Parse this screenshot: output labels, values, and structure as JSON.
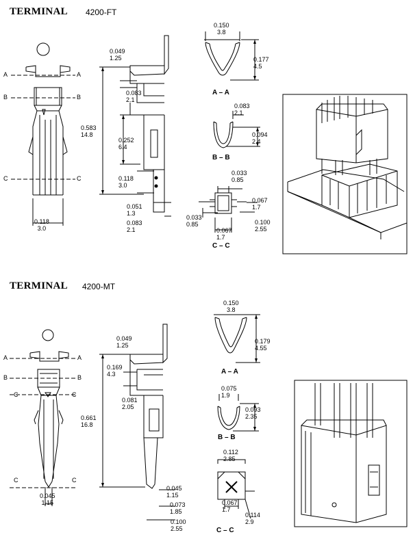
{
  "ft": {
    "heading": "TERMINAL",
    "part": "4200-FT",
    "section_letters": {
      "a": "A",
      "b": "B",
      "c": "C"
    },
    "dims": {
      "w_top_in": "0.150",
      "w_top_mm": "3.8",
      "h_aa_in": "0.177",
      "h_aa_mm": "4.5",
      "bb_w_in": "0.083",
      "bb_w_mm": "2.1",
      "bb_h_in": "0.094",
      "bb_h_mm": "2.4",
      "cc_w1_in": "0.033",
      "cc_w1_mm": "0.85",
      "cc_h_in": "0.067",
      "cc_h_mm": "1.7",
      "cc_l_in": "0.033",
      "cc_l_mm": "0.85",
      "cc_b_in": "0.067",
      "cc_b_mm": "1.7",
      "cc_r_in": "0.100",
      "cc_r_mm": "2.55",
      "side_top_in": "0.049",
      "side_top_mm": "1.25",
      "side_083_in": "0.083",
      "side_083_mm": "2.1",
      "side_len_in": "0.583",
      "side_len_mm": "14.8",
      "side_252_in": "0.252",
      "side_252_mm": "6.4",
      "side_118_in": "0.118",
      "side_118_mm": "3.0",
      "side_051_in": "0.051",
      "side_051_mm": "1.3",
      "side_083b_in": "0.083",
      "side_083b_mm": "2.1",
      "front_w_in": "0.118",
      "front_w_mm": "3.0"
    },
    "sections": {
      "aa": "A – A",
      "bb": "B – B",
      "cc": "C – C"
    }
  },
  "mt": {
    "heading": "TERMINAL",
    "part": "4200-MT",
    "dims": {
      "w_top_in": "0.150",
      "w_top_mm": "3.8",
      "h_aa_in": "0.179",
      "h_aa_mm": "4.55",
      "bb_w_in": "0.075",
      "bb_w_mm": "1.9",
      "bb_h_in": "0.093",
      "bb_h_mm": "2.35",
      "cc_w_in": "0.112",
      "cc_w_mm": "2.85",
      "cc_b_in": "0.067",
      "cc_b_mm": "1.7",
      "cc_r_in": "0.114",
      "cc_r_mm": "2.9",
      "side_top_in": "0.049",
      "side_top_mm": "1.25",
      "side_169_in": "0.169",
      "side_169_mm": "4.3",
      "side_081_in": "0.081",
      "side_081_mm": "2.05",
      "side_len_in": "0.661",
      "side_len_mm": "16.8",
      "side_045_in": "0.045",
      "side_045_mm": "1.15",
      "side_073_in": "0.073",
      "side_073_mm": "1.85",
      "side_100_in": "0.100",
      "side_100_mm": "2.55",
      "front_w_in": "0.045",
      "front_w_mm": "1.15"
    },
    "sections": {
      "aa": "A – A",
      "bb": "B – B",
      "cc": "C – C"
    }
  }
}
